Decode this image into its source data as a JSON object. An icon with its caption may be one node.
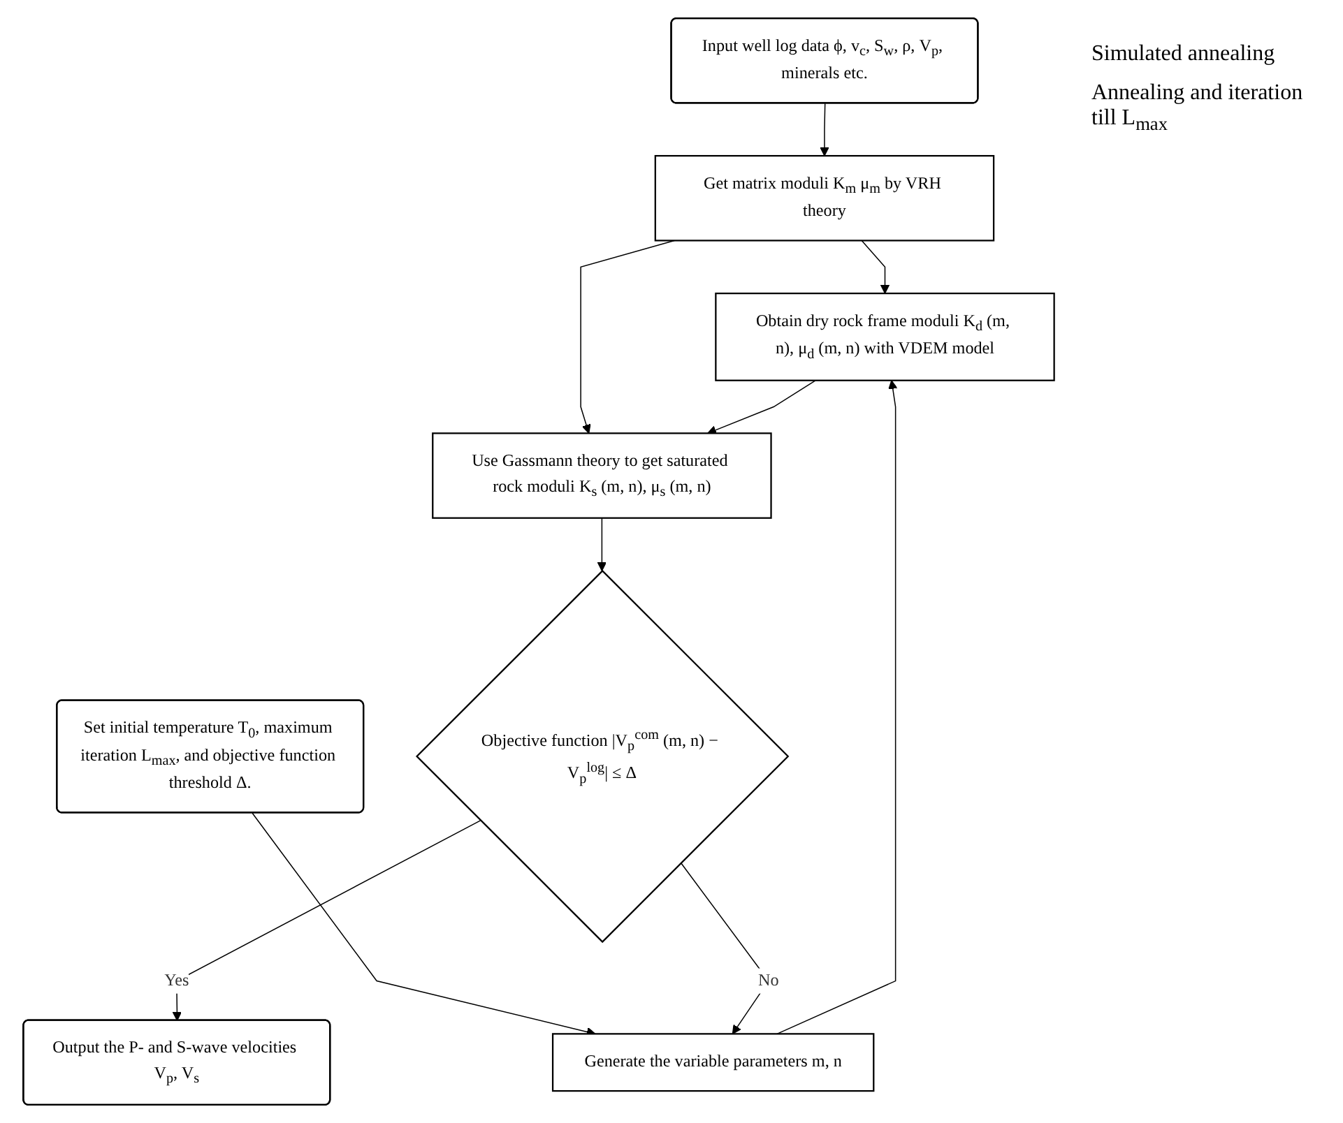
{
  "diagram": {
    "nodes": [
      {
        "text": [
          "Input well log data ϕ, v$_{c}$, S$_{w}$, ρ, V$_{p}$, minerals etc."
        ]
      },
      {
        "text": [
          "Set initial temperature T$_{0}$, maximum iteration L$_{max}$, and objective function threshold Δ."
        ]
      },
      {
        "text": [
          "Generate the variable parameters m, n"
        ]
      },
      {
        "text": [
          "Get matrix moduli K$_{m}$ μ$_{m}$ by VRH theory"
        ]
      },
      {
        "text": [
          "Obtain dry rock frame moduli K$_{d}$ (m, n), μ$_{d}$ (m, n) with VDEM model"
        ]
      },
      {
        "text": [
          "Use Gassmann theory to get saturated rock moduli K$_{s}$ (m, n), μ$_{s}$ (m, n)"
        ]
      },
      {
        "text": [
          "Objective function |V$_{p}$$^{com}$ (m, n) − V$_{p}$$^{log}$| ≤ Δ"
        ]
      },
      {
        "text": [
          "Output the P- and S-wave velocities V$_{p}$, V$_{s}$"
        ]
      }
    ],
    "edges": [
      {
        "from": 0,
        "to": 3,
        "arrow": "to"
      },
      {
        "from": 1,
        "to": 2,
        "arrow": "to"
      },
      {
        "from": 2,
        "to": 4,
        "arrow": "to"
      },
      {
        "from": 3,
        "to": 4,
        "arrow": "to"
      },
      {
        "from": 3,
        "to": 5,
        "arrow": "to"
      },
      {
        "from": 4,
        "to": 5,
        "arrow": "to"
      },
      {
        "from": 5,
        "to": 6,
        "arrow": "to"
      },
      {
        "from": 6,
        "to": 7,
        "arrow": "to",
        "label": "Yes"
      },
      {
        "from": 6,
        "to": 2,
        "arrow": "to",
        "label": "No"
      }
    ],
    "labels": [
      "Simulated annealing",
      "Annealing and iteration till L$_{max}$"
    ]
  }
}
